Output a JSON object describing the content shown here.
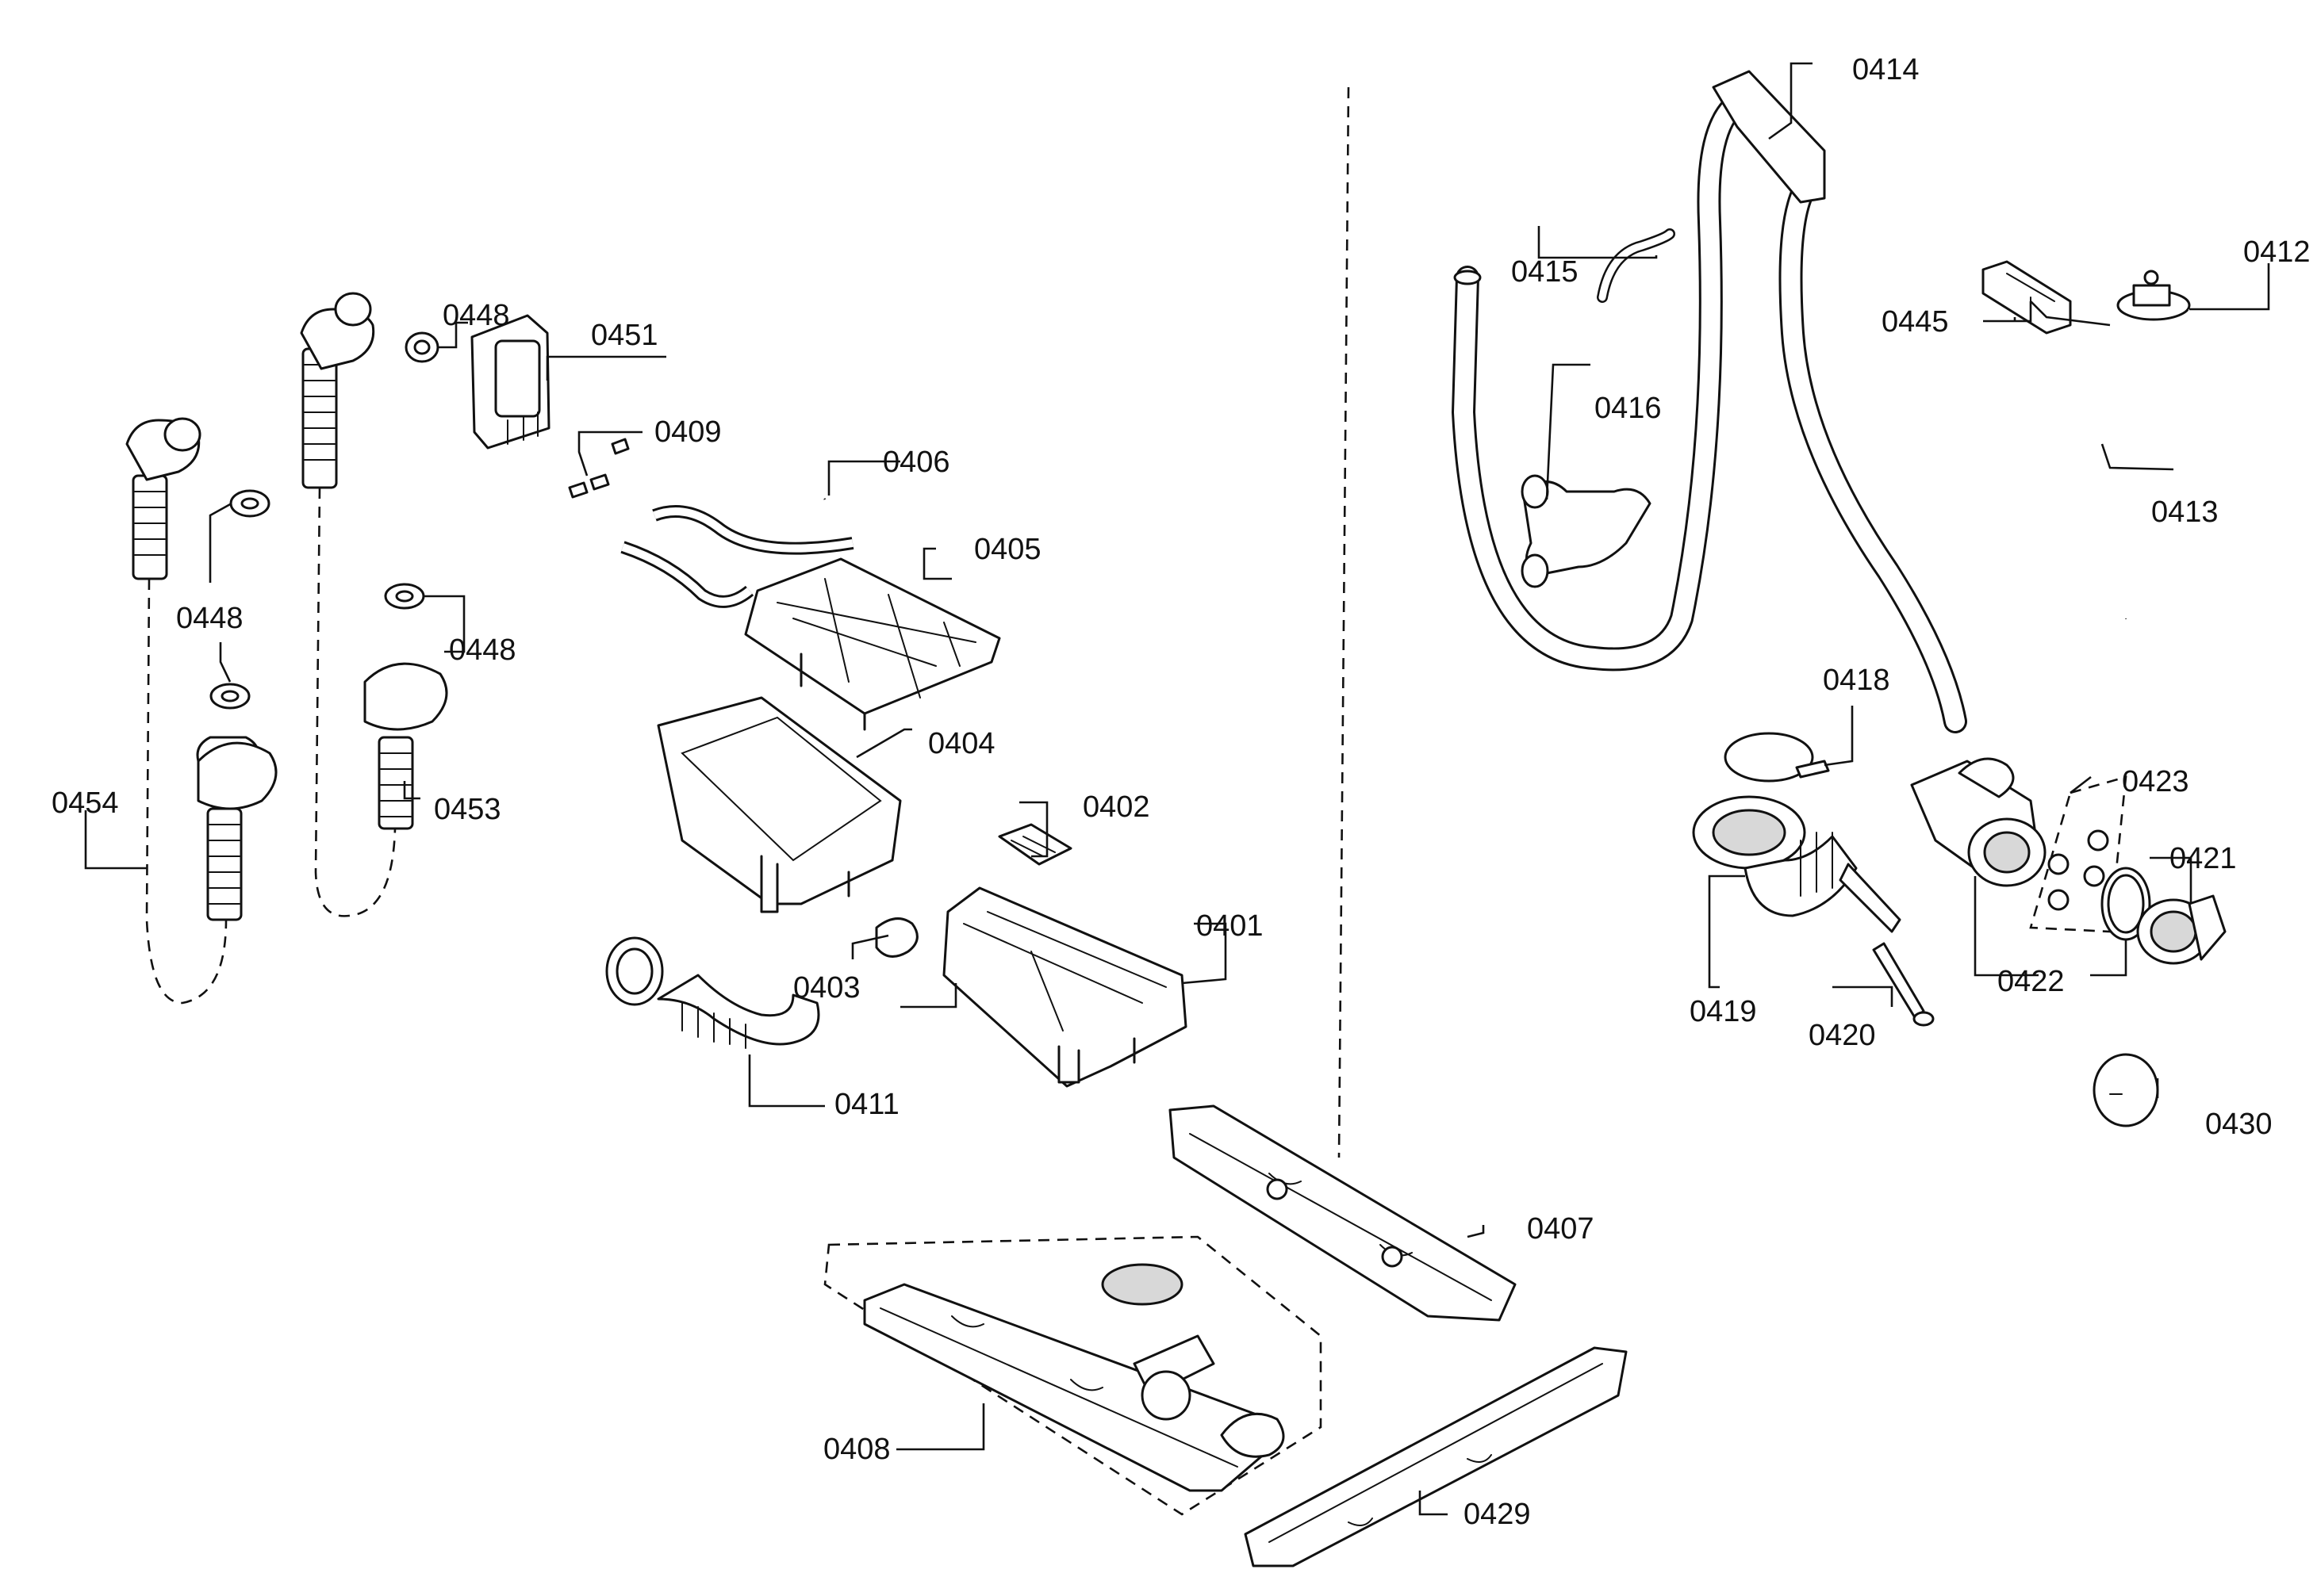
{
  "labels": {
    "l0401": "0401",
    "l0402": "0402",
    "l0403": "0403",
    "l0404": "0404",
    "l0405": "0405",
    "l0406": "0406",
    "l0407": "0407",
    "l0408": "0408",
    "l0409": "0409",
    "l0411": "0411",
    "l0412": "0412",
    "l0413": "0413",
    "l0414": "0414",
    "l0415": "0415",
    "l0416": "0416",
    "l0418": "0418",
    "l0419": "0419",
    "l0420": "0420",
    "l0421": "0421",
    "l0422": "0422",
    "l0423": "0423",
    "l0429": "0429",
    "l0430": "0430",
    "l0445": "0445",
    "l0448a": "0448",
    "l0448b": "0448",
    "l0448c": "0448",
    "l0451": "0451",
    "l0453": "0453",
    "l0454": "0454"
  }
}
